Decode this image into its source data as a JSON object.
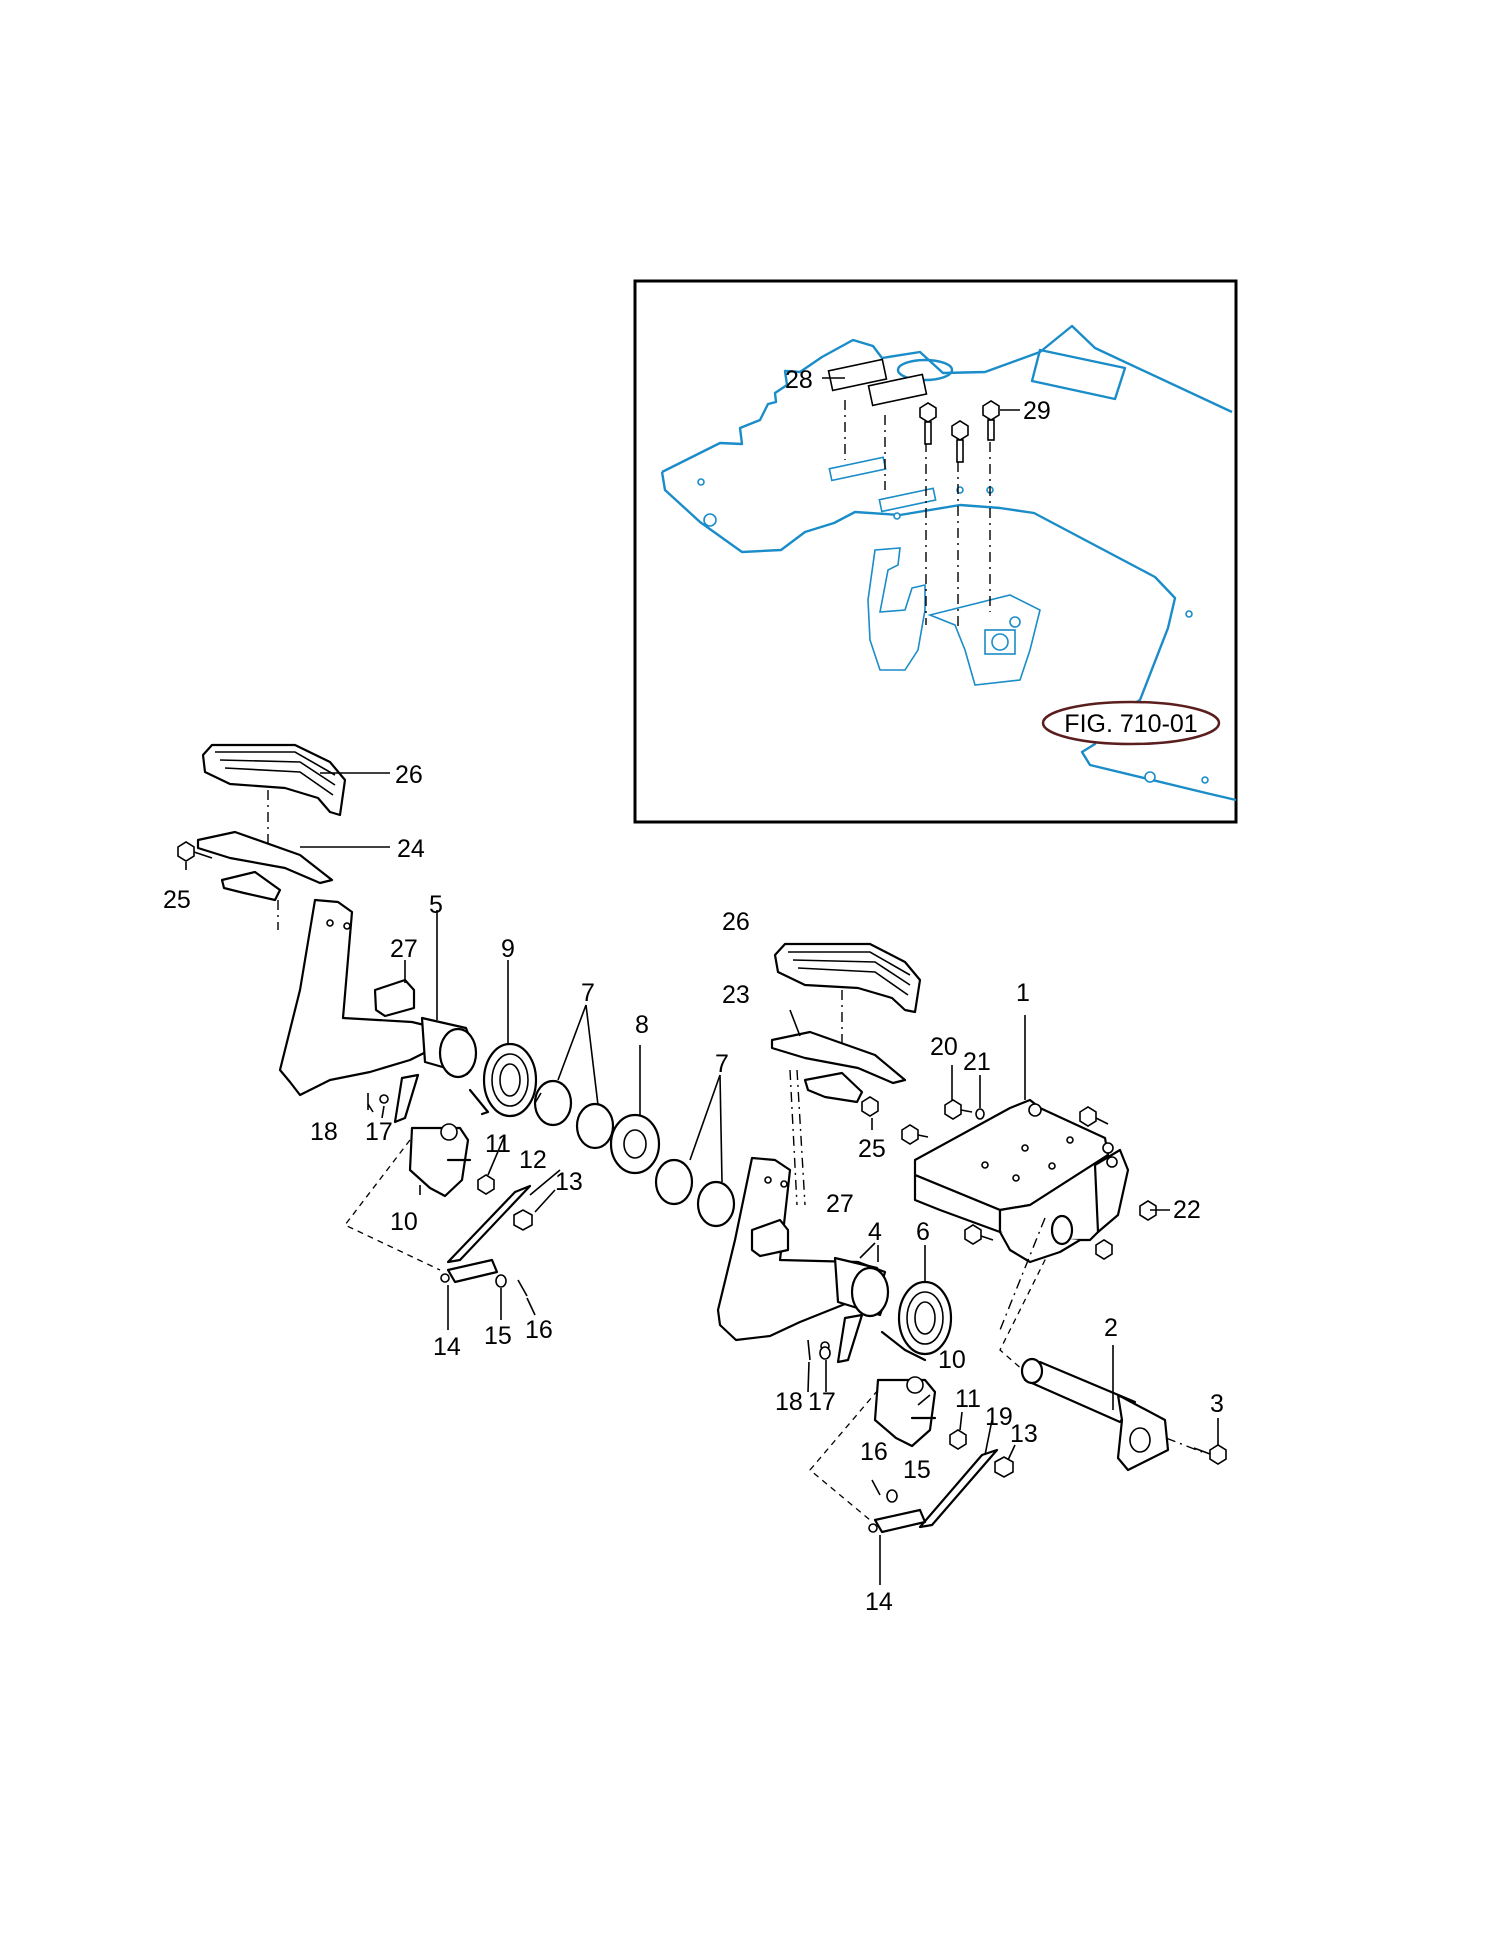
{
  "figure_reference": "FIG. 710-01",
  "callouts": {
    "c1": "1",
    "c2": "2",
    "c3": "3",
    "c4": "4",
    "c5": "5",
    "c6": "6",
    "c7a": "7",
    "c7b": "7",
    "c8": "8",
    "c9": "9",
    "c10a": "10",
    "c10b": "10",
    "c11a": "11",
    "c11b": "11",
    "c12": "12",
    "c13a": "13",
    "c13b": "13",
    "c14a": "14",
    "c14b": "14",
    "c15a": "15",
    "c15b": "15",
    "c16a": "16",
    "c16b": "16",
    "c17a": "17",
    "c17b": "17",
    "c18a": "18",
    "c18b": "18",
    "c19": "19",
    "c20": "20",
    "c21": "21",
    "c22": "22",
    "c23": "23",
    "c24": "24",
    "c25a": "25",
    "c25b": "25",
    "c26a": "26",
    "c26b": "26",
    "c27a": "27",
    "c27b": "27",
    "c28": "28",
    "c29": "29"
  },
  "colors": {
    "line": "#000000",
    "inset_outline": "#1a8cc8",
    "fig_badge": "#5a1e1e"
  }
}
